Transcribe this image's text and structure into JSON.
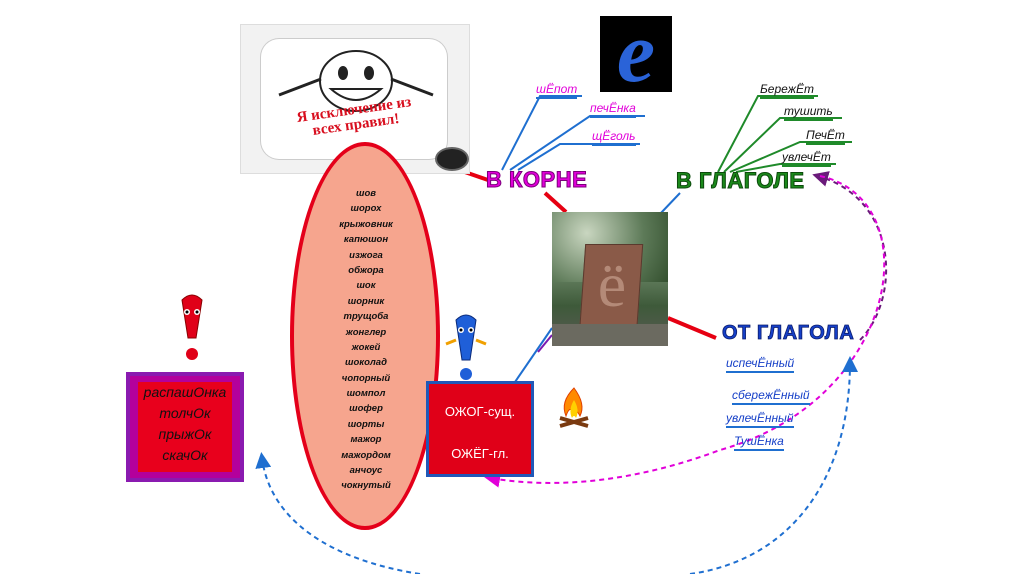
{
  "heads": {
    "root": "В КОРНЕ",
    "verb": "В ГЛАГОЛЕ",
    "from_verb": "ОТ ГЛАГОЛА"
  },
  "root_words": [
    "шЁпот",
    "печЁнка",
    "щЁголь"
  ],
  "verb_words": [
    "БережЁт",
    "тушить",
    "ПечЁт",
    "увлечЁт"
  ],
  "from_verb_words": [
    "испечЁнный",
    "сбережЁнный",
    "увлечЁнный",
    "ТушЁнка"
  ],
  "oval_words": [
    "шов",
    "шорох",
    "крыжовник",
    "капюшон",
    "изжога",
    "обжора",
    "шок",
    "шорник",
    "трущоба",
    "жонглер",
    "жокей",
    "шоколад",
    "чопорный",
    "шомпол",
    "шофер",
    "шорты",
    "мажор",
    "мажордом",
    "анчоус",
    "чокнутый"
  ],
  "left_box_words": [
    "распашОнка",
    "толчОк",
    "прыжОк",
    "скачОк"
  ],
  "mid_box": {
    "line1": "ОЖОГ-сущ.",
    "line2": "ОЖЁГ-гл."
  },
  "exception_sign": {
    "text": "Я исключение из всех правил!"
  },
  "letter_e": "е",
  "monument_letter": "ё",
  "colors": {
    "root_head": "#e100d9",
    "verb_head": "#1b8a1b",
    "from_verb_head": "#1640c8",
    "oval_fill": "#f6a58e",
    "oval_border": "#e4001a",
    "connector_red": "#e60012",
    "line_blue": "#1f6fd0",
    "line_green": "#1f8a2a"
  }
}
